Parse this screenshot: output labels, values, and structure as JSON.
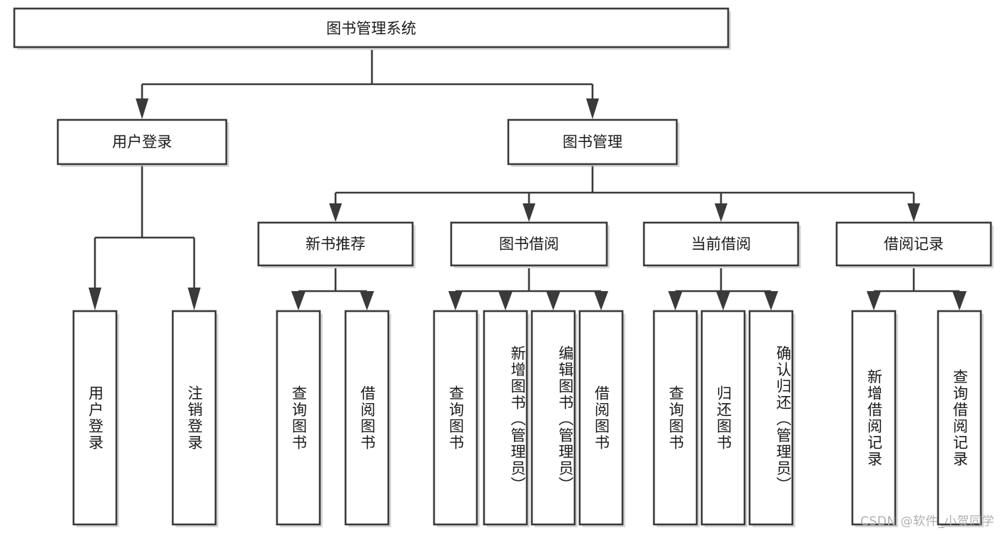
{
  "diagram": {
    "title": "图书管理系统",
    "type": "tree",
    "orientation": "top-down",
    "colors": {
      "box_fill": "#ffffff",
      "box_stroke": "#3a3a3a",
      "text": "#1a1a1a",
      "background": "#ffffff",
      "watermark": "#b0b0b0"
    },
    "root": {
      "label": "图书管理系统"
    },
    "level2": [
      {
        "label": "用户登录"
      },
      {
        "label": "图书管理"
      }
    ],
    "level3": [
      {
        "label": "新书推荐"
      },
      {
        "label": "图书借阅"
      },
      {
        "label": "当前借阅"
      },
      {
        "label": "借阅记录"
      }
    ],
    "leaves": {
      "user_login": [
        {
          "label": "用户登录"
        },
        {
          "label": "注销登录"
        }
      ],
      "new_book_recommend": [
        {
          "label": "查询图书"
        },
        {
          "label": "借阅图书"
        }
      ],
      "book_borrow": [
        {
          "label": "查询图书"
        },
        {
          "label": "新增图书（管理员）"
        },
        {
          "label": "编辑图书（管理员）"
        },
        {
          "label": "借阅图书"
        }
      ],
      "current_borrow": [
        {
          "label": "查询图书"
        },
        {
          "label": "归还图书"
        },
        {
          "label": "确认归还（管理员）"
        }
      ],
      "borrow_record": [
        {
          "label": "新增借阅记录"
        },
        {
          "label": "查询借阅记录"
        }
      ]
    }
  },
  "watermark": {
    "text": "CSDN @软件_小贺同学"
  }
}
